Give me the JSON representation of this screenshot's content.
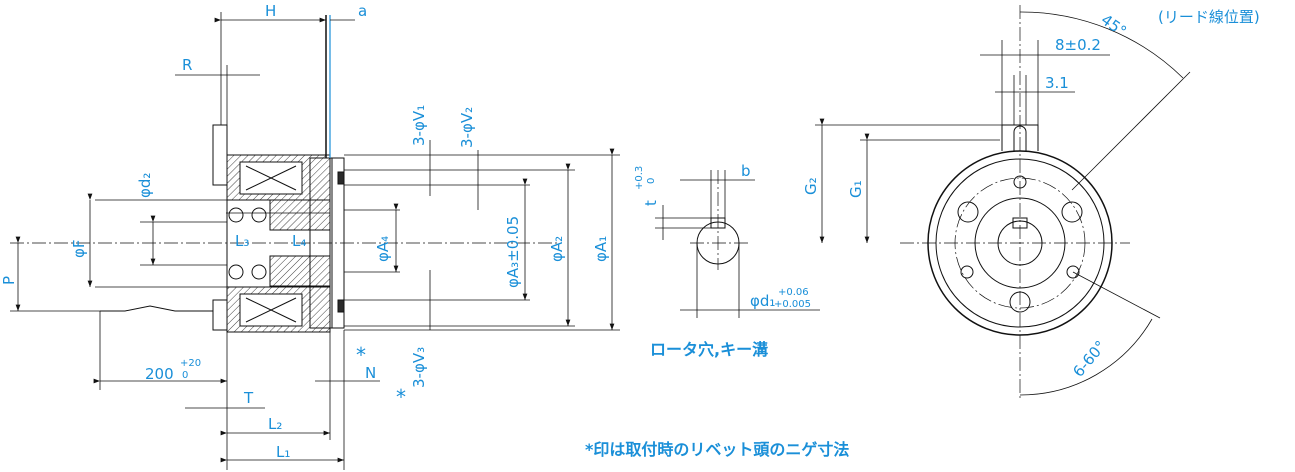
{
  "side_view": {
    "dims": {
      "H": "H",
      "a": "a",
      "R": "R",
      "P": "P",
      "F": "φF",
      "d2": "φd₂",
      "L3": "L₃",
      "L4": "L₄",
      "A4": "φA₄",
      "A3": "φA₃±0.05",
      "A2": "φA₂",
      "A1": "φA₁",
      "V1": "3-φV₁",
      "V2": "3-φV₂",
      "V3": "3-φV₃",
      "lead": "200",
      "lead_tol_up": "+20",
      "lead_tol_low": "0",
      "T": "T",
      "N": "N",
      "L2": "L₂",
      "L1": "L₁",
      "star1": "*",
      "star2": "*"
    }
  },
  "hole_view": {
    "dims": {
      "b": "b",
      "t": "t",
      "t_tol_up": "+0.3",
      "t_tol_low": "0",
      "d1": "φd₁",
      "d1_tol_up": "+0.06",
      "d1_tol_low": "+0.005"
    },
    "caption": "ロータ穴,キー溝"
  },
  "front_view": {
    "dims": {
      "lead_pos": "(リード線位置)",
      "angle45": "45°",
      "w8": "8±0.2",
      "w31": "3.1",
      "G2": "G₂",
      "G1": "G₁",
      "holes": "6-60°"
    }
  },
  "footnote": "*印は取付時のリベット頭のニゲ寸法"
}
